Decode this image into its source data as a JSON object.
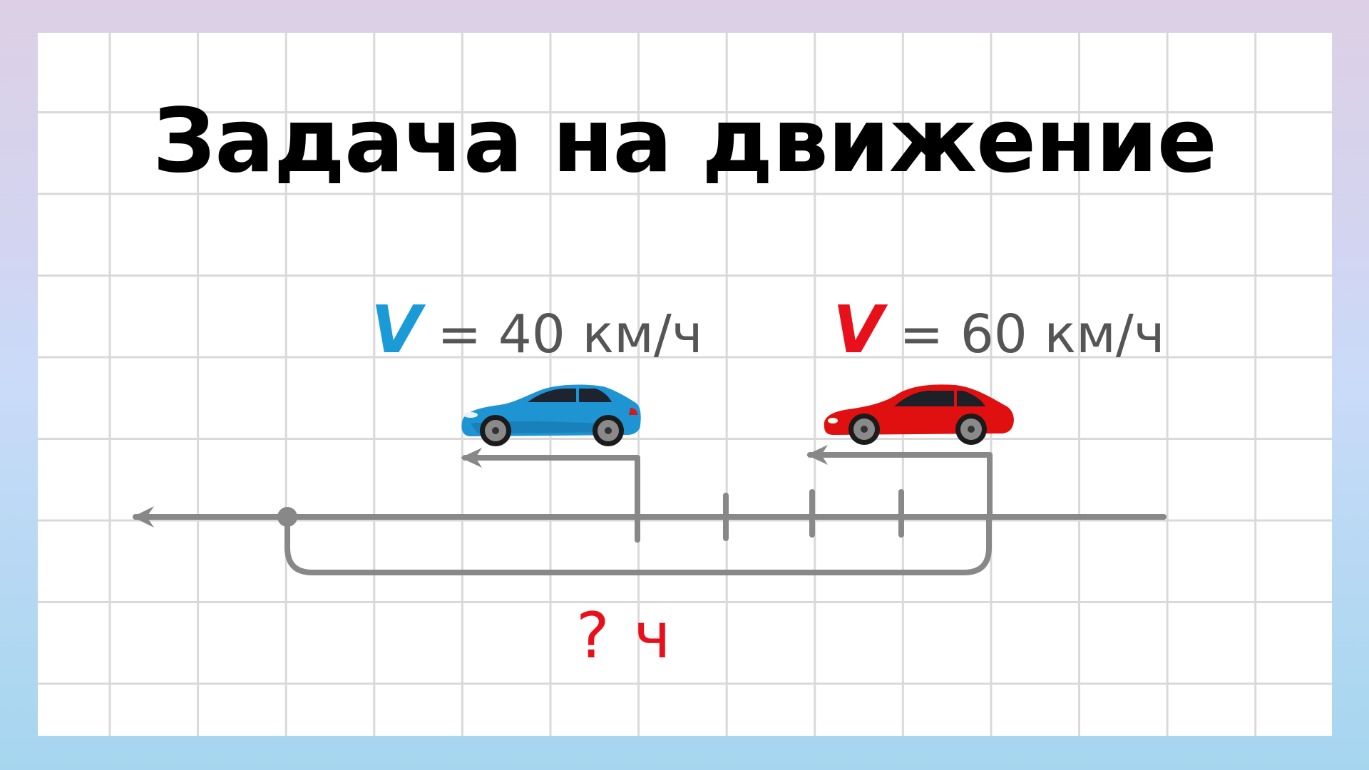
{
  "slide": {
    "title": "Задача на движение",
    "background_colors": [
      "#ddd0e5",
      "#c9dbf8",
      "#a6d6ef"
    ]
  },
  "cars": [
    {
      "color_name": "blue",
      "color": "#1a9bd7",
      "speed_symbol": "V",
      "speed_text": "= 40 км/ч",
      "speed_value": 40,
      "unit": "км/ч",
      "direction": "left"
    },
    {
      "color_name": "red",
      "color": "#e8101a",
      "speed_symbol": "V",
      "speed_text": "= 60 км/ч",
      "speed_value": 60,
      "unit": "км/ч",
      "direction": "left"
    }
  ],
  "number_line": {
    "line_color": "#888888",
    "tick_count": 4,
    "has_start_point": true,
    "direction": "left"
  },
  "question": {
    "mark": "?",
    "unit": "ч",
    "color": "#e8101a"
  }
}
